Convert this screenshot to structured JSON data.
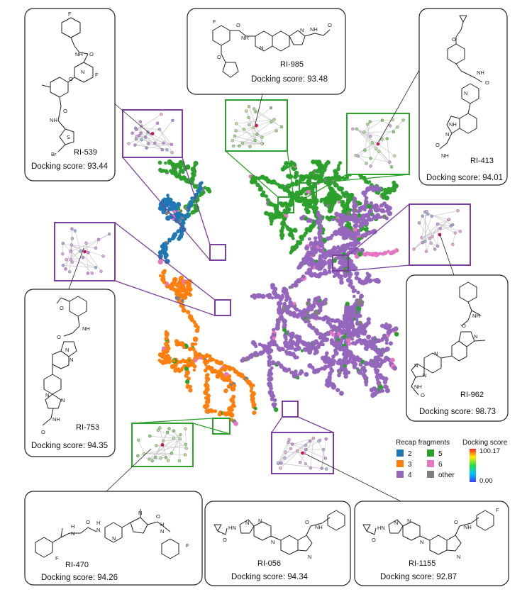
{
  "legend": {
    "fragments_title": "Recap fragments",
    "fragments": [
      {
        "label": "2",
        "color": "#1f77b4"
      },
      {
        "label": "3",
        "color": "#ff7f0e"
      },
      {
        "label": "4",
        "color": "#9467bd"
      },
      {
        "label": "5",
        "color": "#2ca02c"
      },
      {
        "label": "6",
        "color": "#e377c2"
      },
      {
        "label": "other",
        "color": "#7f7f7f"
      }
    ],
    "score_title": "Docking score",
    "score_max": "100.17",
    "score_min": "0.00"
  },
  "molecules": [
    {
      "id": "RI-539",
      "score_text": "Docking score: 93.44",
      "atoms": [
        "F",
        "NH",
        "O",
        "N",
        "F",
        "O",
        "NH",
        "O",
        "S",
        "Br"
      ]
    },
    {
      "id": "RI-985",
      "score_text": "Docking score: 93.48",
      "atoms": [
        "F",
        "N",
        "N",
        "NH",
        "O",
        "NH",
        "O",
        "O"
      ]
    },
    {
      "id": "RI-413",
      "score_text": "Docking score: 94.01",
      "atoms": [
        "O",
        "NH",
        "O",
        "N",
        "NH",
        "N",
        "O",
        "NH"
      ]
    },
    {
      "id": "RI-962",
      "score_text": "Docking score: 98.73",
      "atoms": [
        "NH",
        "O",
        "N",
        "N",
        "N",
        "N",
        "NH",
        "O"
      ]
    },
    {
      "id": "RI-753",
      "score_text": "Docking score: 94.35",
      "atoms": [
        "O",
        "NH",
        "O",
        "N",
        "N",
        "N",
        "N",
        "NH",
        "O"
      ]
    },
    {
      "id": "RI-470",
      "score_text": "Docking score: 94.26",
      "atoms": [
        "H",
        "N",
        "O",
        "H",
        "N",
        "N",
        "N",
        "O",
        "H",
        "N",
        "F",
        "F"
      ]
    },
    {
      "id": "RI-056",
      "score_text": "Docking score: 94.34",
      "atoms": [
        "HN",
        "O",
        "N",
        "N",
        "N",
        "O",
        "NH",
        "N"
      ]
    },
    {
      "id": "RI-1155",
      "score_text": "Docking score: 92.87",
      "atoms": [
        "HN",
        "O",
        "N",
        "N",
        "N",
        "O",
        "NH",
        "F",
        "N"
      ]
    }
  ]
}
